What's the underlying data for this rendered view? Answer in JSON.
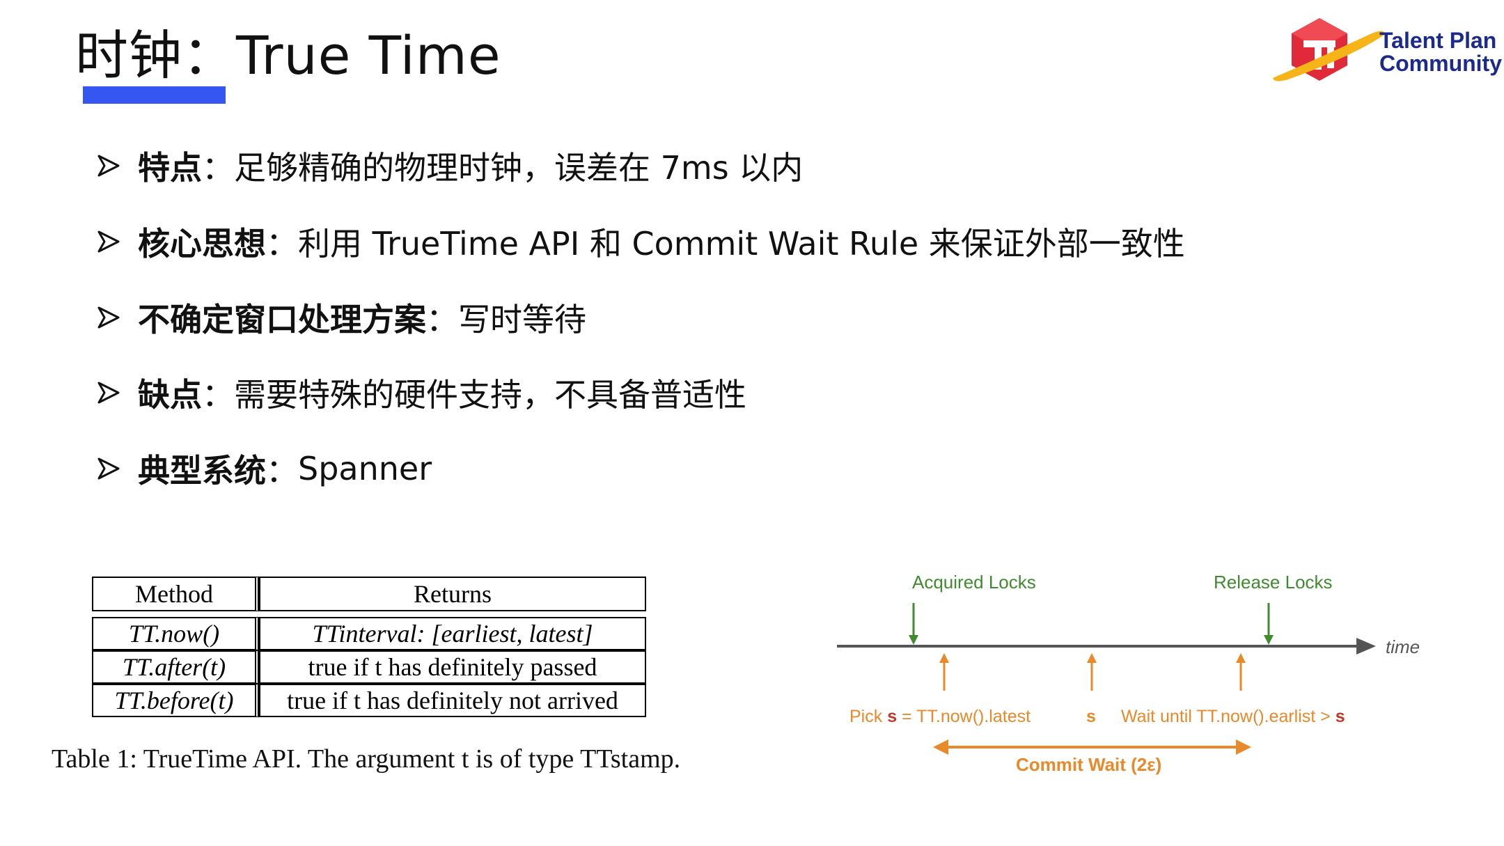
{
  "slide": {
    "title": "时钟：True Time"
  },
  "logo": {
    "line1": "Talent Plan",
    "line2": "Community"
  },
  "bullets": [
    {
      "label": "特点",
      "sep": "：",
      "text": "足够精确的物理时钟，误差在 7ms 以内"
    },
    {
      "label": "核心思想",
      "sep": "：",
      "text": "利用 TrueTime API 和 Commit Wait Rule 来保证外部一致性"
    },
    {
      "label": "不确定窗口处理方案",
      "sep": "：",
      "text": "写时等待"
    },
    {
      "label": "缺点",
      "sep": "：",
      "text": "需要特殊的硬件支持，不具备普适性"
    },
    {
      "label": "典型系统",
      "sep": "：",
      "text": "Spanner"
    }
  ],
  "api_table": {
    "headers": [
      "Method",
      "Returns"
    ],
    "rows": [
      [
        "TT.now()",
        "TTinterval: [earliest, latest]"
      ],
      [
        "TT.after(t)",
        "true if t has definitely passed"
      ],
      [
        "TT.before(t)",
        "true if t has definitely not arrived"
      ]
    ],
    "caption": "Table 1: TrueTime API. The argument t is of type TTstamp."
  },
  "timeline": {
    "acquired": "Acquired Locks",
    "release": "Release Locks",
    "axis": "time",
    "pick_pre": "Pick ",
    "pick_s": "s",
    "pick_post": " = TT.now().latest",
    "s": "s",
    "wait_pre": "Wait until TT.now().earlist > ",
    "wait_s": "s",
    "commit_wait": "Commit Wait (2ε)",
    "colors": {
      "green": "#3f8b2e",
      "orange": "#e8892a",
      "axis": "#555555"
    }
  }
}
